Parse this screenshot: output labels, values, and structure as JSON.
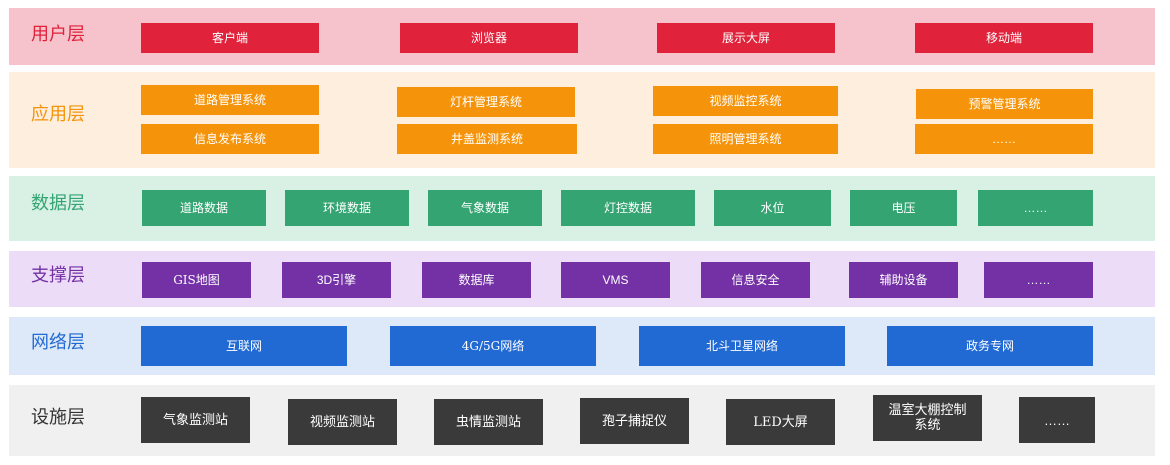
{
  "colors": {
    "user_bg": "#f6c3cc",
    "user_title": "#e0223b",
    "user_box": "#e0223b",
    "app_bg": "#fdeede",
    "app_title": "#f5940a",
    "app_box": "#f5940a",
    "data_bg": "#d9f0e5",
    "data_title": "#34a572",
    "data_box": "#34a572",
    "support_bg": "#ecdcf7",
    "support_title": "#7331a5",
    "support_box": "#7331a5",
    "network_bg": "#dde9f8",
    "network_title": "#226ad3",
    "network_box": "#226ad3",
    "device_bg": "#f0f0f0",
    "device_title": "#333333",
    "device_box": "#3a3a3a"
  },
  "user_layer": {
    "title": "用户层",
    "items": [
      "客户端",
      "浏览器",
      "展示大屏",
      "移动端"
    ]
  },
  "app_layer": {
    "title": "应用层",
    "row1": [
      "道路管理系统",
      "灯杆管理系统",
      "视频监控系统",
      "预警管理系统"
    ],
    "row2": [
      "信息发布系统",
      "井盖监测系统",
      "照明管理系统",
      "……"
    ]
  },
  "data_layer": {
    "title": "数据层",
    "items": [
      "道路数据",
      "环境数据",
      "气象数据",
      "灯控数据",
      "水位",
      "电压",
      "……"
    ]
  },
  "support_layer": {
    "title": "支撑层",
    "items": [
      "GIS地图",
      "3D引擎",
      "数据库",
      "VMS",
      "信息安全",
      "辅助设备",
      "……"
    ]
  },
  "network_layer": {
    "title": "网络层",
    "items": [
      "互联网",
      "4G/5G网络",
      "北斗卫星网络",
      "政务专网"
    ]
  },
  "device_layer": {
    "title": "设施层",
    "items": [
      "气象监测站",
      "视频监测站",
      "虫情监测站",
      "孢子捕捉仪",
      "LED大屏",
      "温室大棚控制系统",
      "……"
    ]
  }
}
